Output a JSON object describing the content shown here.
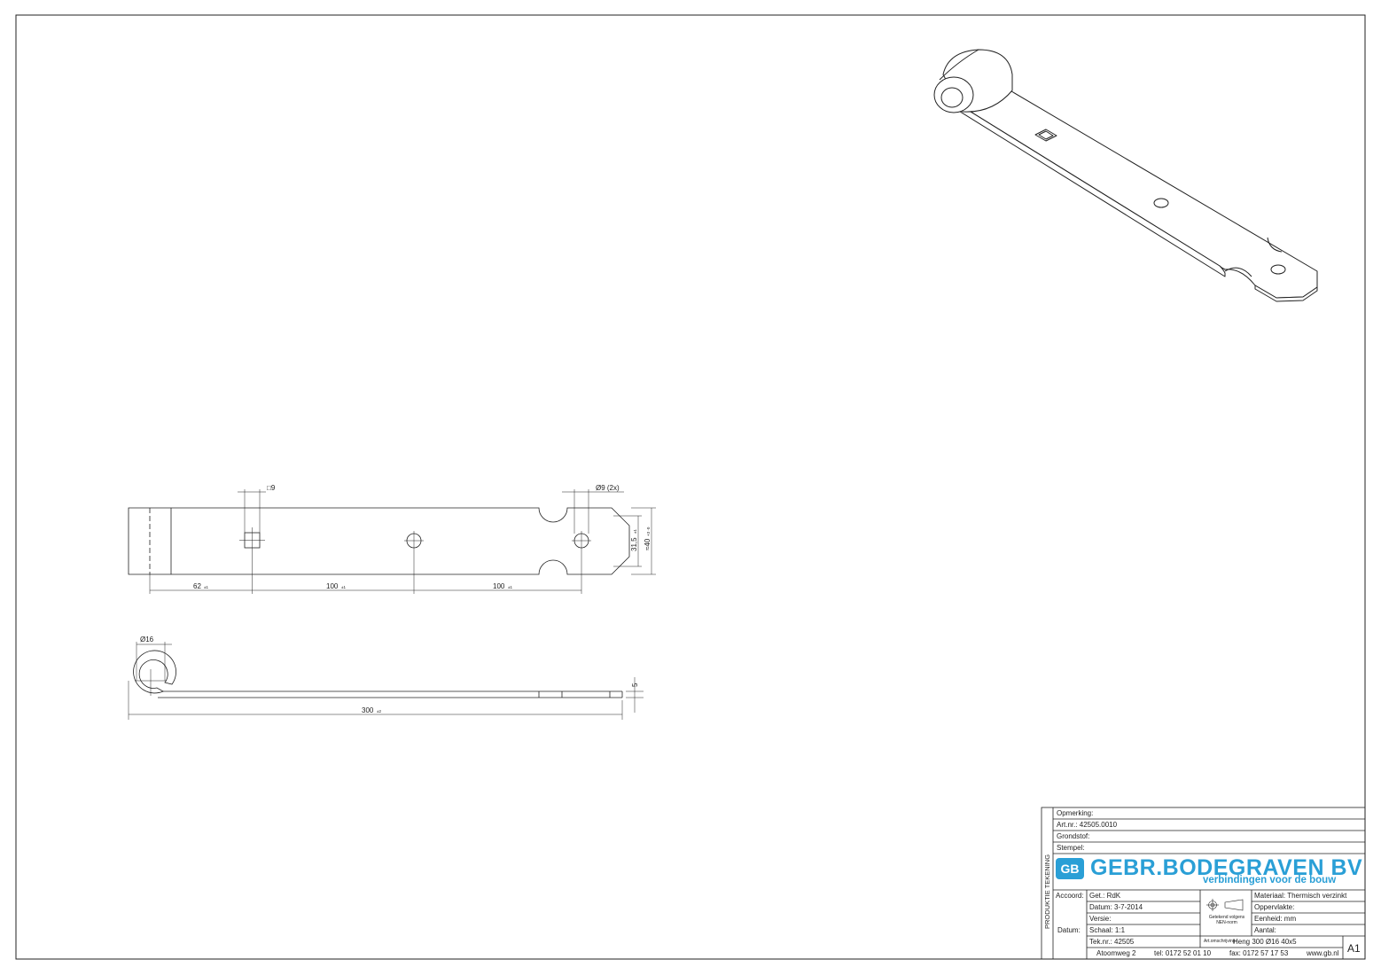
{
  "drawing": {
    "dims": {
      "square_hole": "□9",
      "round_holes": "Ø9 (2x)",
      "width_inner": "31,5",
      "width_inner_tol": "±1",
      "width_outer": "≈40",
      "width_outer_tol": "+3 -0",
      "seg1": "62",
      "seg2": "100",
      "seg3": "100",
      "seg_tol": "±1",
      "eye_diameter": "Ø16",
      "thickness": "5",
      "length": "300",
      "length_tol": "±2"
    }
  },
  "title_block": {
    "side_label": "PRODUKTIE TEKENING",
    "opmerking": "Opmerking:",
    "art_nr": "Art.nr.:  42505.0010",
    "grondstof": "Grondstof:",
    "stempel": "Stempel:",
    "logo_badge": "GB",
    "company": "GEBR.BODEGRAVEN BV",
    "slogan": "verbindingen voor de bouw",
    "accoord": "Accoord:",
    "datum_label": "Datum:",
    "getekend": "Get.: RdK",
    "datum": "Datum: 3-7-2014",
    "versie": "Versie:",
    "schaal": "Schaal: 1:1",
    "tek_nr": "Tek.nr.: 42505",
    "nen_note": "Getekend volgens NEN-norm",
    "materiaal": "Materiaal: Thermisch verzinkt",
    "oppervlakte": "Oppervlakte:",
    "eenheid": "Eenheid: mm",
    "aantal": "Aantal:",
    "omschrijving_label": "Art.omschrijving:",
    "omschrijving": "Heng 300  Ø16  40x5",
    "format": "A1",
    "adres": "Atoomweg 2",
    "tel": "tel: 0172 52 01 10",
    "fax": "fax: 0172 57 17 53",
    "web": "www.gb.nl"
  }
}
